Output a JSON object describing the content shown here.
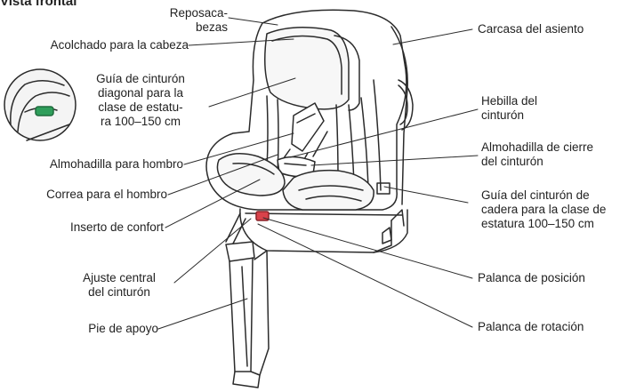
{
  "heading": "Vista frontal",
  "labels": {
    "headrest": [
      "Reposaca-",
      "bezas"
    ],
    "head_pad": "Acolchado para la cabeza",
    "diagonal_guide": [
      "Guía de cinturón",
      "diagonal para la",
      "clase de estatu-",
      "ra 100–150 cm"
    ],
    "shoulder_pad": "Almohadilla para hombro",
    "shoulder_strap": "Correa para el hombro",
    "comfort_insert": "Inserto de confort",
    "central_adjust": [
      "Ajuste central",
      "del cinturón"
    ],
    "support_leg": "Pie de apoyo",
    "seat_shell": "Carcasa del asiento",
    "buckle": [
      "Hebilla del",
      "cinturón"
    ],
    "buckle_pad": [
      "Almohadilla de cierre",
      "del cinturón"
    ],
    "hip_guide": [
      "Guía del cinturón de",
      "cadera para la clase de",
      "estatura 100–150 cm"
    ],
    "position_lever": "Palanca de posición",
    "rotation_lever": "Palanca de rotación"
  },
  "colors": {
    "line": "#2b2b2b",
    "accent_green": "#2f9e5b",
    "accent_red": "#d9424a",
    "fill_light": "#f4f4f4"
  }
}
